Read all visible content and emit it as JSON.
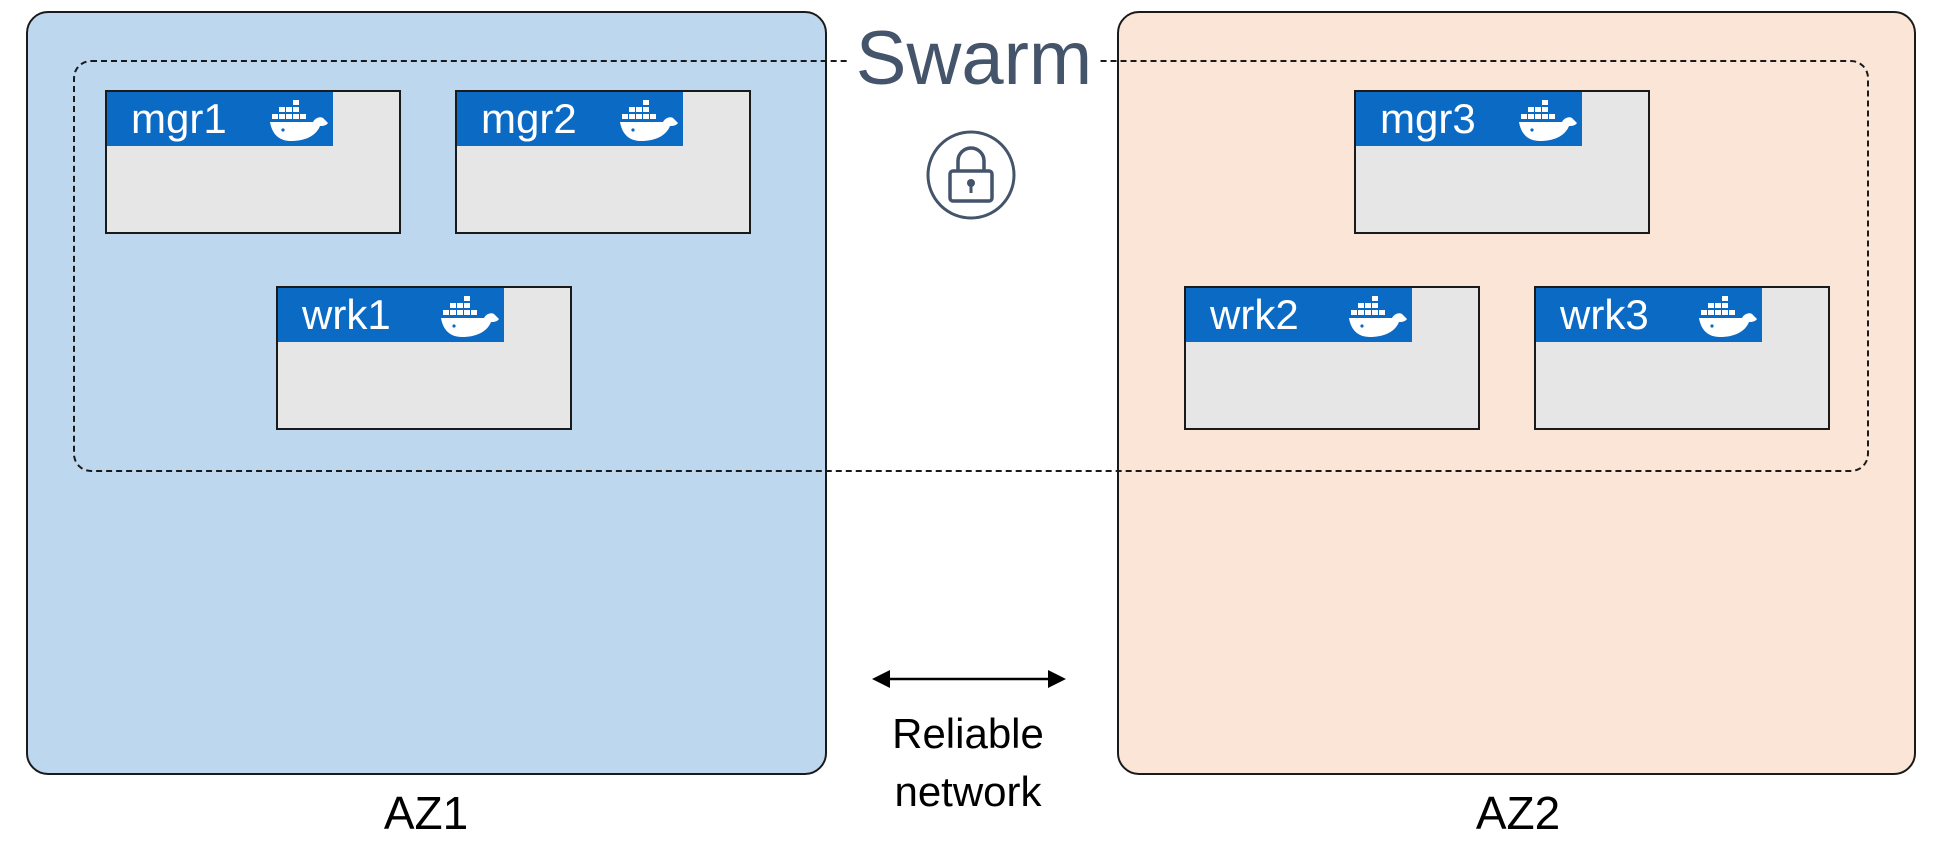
{
  "swarm": {
    "title": "Swarm",
    "lock_icon": "padlock-icon",
    "title_color": "#44546a"
  },
  "zones": [
    {
      "label": "AZ1",
      "fill": "#bdd7ee"
    },
    {
      "label": "AZ2",
      "fill": "#fbe5d6"
    }
  ],
  "nodes": [
    {
      "name": "mgr1",
      "zone": "AZ1",
      "role": "manager"
    },
    {
      "name": "mgr2",
      "zone": "AZ1",
      "role": "manager"
    },
    {
      "name": "wrk1",
      "zone": "AZ1",
      "role": "worker"
    },
    {
      "name": "mgr3",
      "zone": "AZ2",
      "role": "manager"
    },
    {
      "name": "wrk2",
      "zone": "AZ2",
      "role": "worker"
    },
    {
      "name": "wrk3",
      "zone": "AZ2",
      "role": "worker"
    }
  ],
  "node_icon": "docker-whale-icon",
  "node_header_color": "#0a6ac4",
  "node_body_color": "#e6e6e6",
  "network": {
    "line1": "Reliable",
    "line2": "network",
    "arrow_icon": "double-headed-arrow-icon"
  }
}
